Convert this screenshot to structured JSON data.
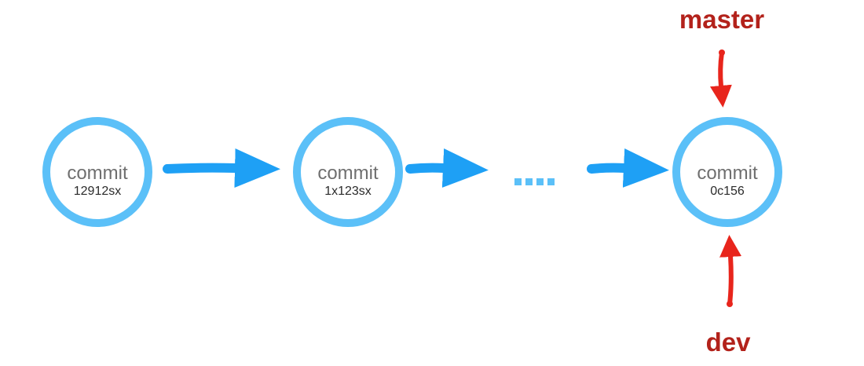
{
  "commits": [
    {
      "label": "commit",
      "hash": "12912sx"
    },
    {
      "label": "commit",
      "hash": "1x123sx"
    },
    {
      "label": "commit",
      "hash": "0c156"
    }
  ],
  "branches": {
    "master": "master",
    "dev": "dev"
  },
  "colors": {
    "commit_ring": "#5bc0f8",
    "flow_arrow": "#1ea0f5",
    "ellipsis": "#5bc0f8",
    "pointer_arrow": "#e8251c",
    "branch_text": "#b3221b"
  }
}
